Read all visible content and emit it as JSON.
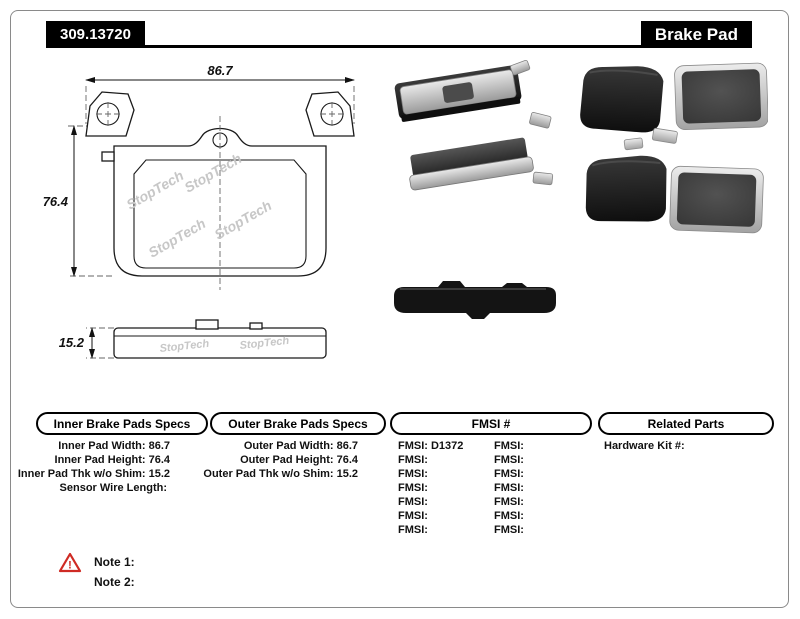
{
  "header": {
    "part_number": "309.13720",
    "product_type": "Brake Pad"
  },
  "diagram": {
    "width": "86.7",
    "height": "76.4",
    "thickness": "15.2",
    "watermark": "StopTech"
  },
  "specs": {
    "inner": {
      "title": "Inner Brake Pads Specs",
      "rows": [
        {
          "label": "Inner Pad Width:",
          "value": "86.7"
        },
        {
          "label": "Inner Pad Height:",
          "value": "76.4"
        },
        {
          "label": "Inner Pad Thk w/o Shim:",
          "value": "15.2"
        },
        {
          "label": "Sensor Wire Length:",
          "value": ""
        }
      ]
    },
    "outer": {
      "title": "Outer Brake Pads Specs",
      "rows": [
        {
          "label": "Outer Pad Width:",
          "value": "86.7"
        },
        {
          "label": "Outer Pad Height:",
          "value": "76.4"
        },
        {
          "label": "Outer Pad Thk w/o Shim:",
          "value": "15.2"
        }
      ]
    },
    "fmsi": {
      "title": "FMSI #",
      "col1": [
        {
          "label": "FMSI:",
          "value": "D1372"
        },
        {
          "label": "FMSI:",
          "value": ""
        },
        {
          "label": "FMSI:",
          "value": ""
        },
        {
          "label": "FMSI:",
          "value": ""
        },
        {
          "label": "FMSI:",
          "value": ""
        },
        {
          "label": "FMSI:",
          "value": ""
        },
        {
          "label": "FMSI:",
          "value": ""
        }
      ],
      "col2": [
        {
          "label": "FMSI:",
          "value": ""
        },
        {
          "label": "FMSI:",
          "value": ""
        },
        {
          "label": "FMSI:",
          "value": ""
        },
        {
          "label": "FMSI:",
          "value": ""
        },
        {
          "label": "FMSI:",
          "value": ""
        },
        {
          "label": "FMSI:",
          "value": ""
        },
        {
          "label": "FMSI:",
          "value": ""
        }
      ]
    },
    "related": {
      "title": "Related Parts",
      "rows": [
        {
          "label": "Hardware Kit #:",
          "value": ""
        }
      ]
    }
  },
  "notes": [
    {
      "label": "Note 1:"
    },
    {
      "label": "Note 2:"
    }
  ]
}
